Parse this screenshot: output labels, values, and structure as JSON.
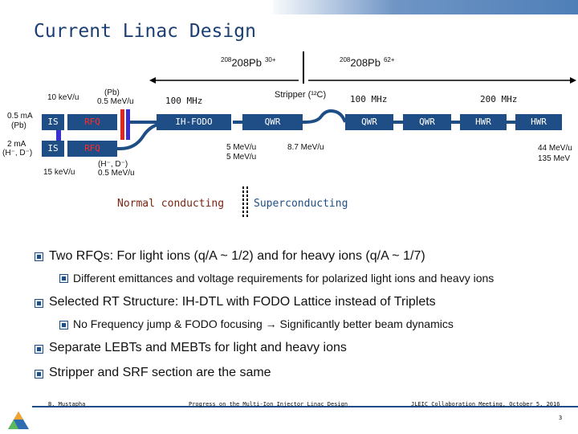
{
  "title": "Current Linac Design",
  "ions": {
    "pb30": "208Pb",
    "pb30_charge": "30+",
    "pb62": "208Pb",
    "pb62_charge": "62+"
  },
  "labels": {
    "10kev": "10 keV/u",
    "pb_05": "(Pb)",
    "pb_05b": "0.5 MeV/u",
    "100mhz_a": "100 MHz",
    "stripper": "Stripper (¹²C)",
    "100mhz_b": "100 MHz",
    "200mhz": "200 MHz",
    "left_top_a": "0.5 mA",
    "left_top_b": "(Pb)",
    "left_bot_a": "2 mA",
    "left_bot_b": "(H⁻, D⁻)",
    "15kev": "15 keV/u",
    "hd_a": "(H⁻, D⁻)",
    "hd_b": "0.5 MeV/u",
    "5mev_a": "5 MeV/u",
    "5mev_b": "5 MeV/u",
    "87mev": "8.7 MeV/u",
    "44mev_a": "44 MeV/u",
    "44mev_b": "135 MeV",
    "normal": "Normal conducting",
    "super": "Superconducting"
  },
  "boxes": {
    "is1": "IS",
    "is2": "IS",
    "rfq1": "RFQ",
    "rfq2": "RFQ",
    "ihfodo": "IH-FODO",
    "qwr1": "QWR",
    "qwr2": "QWR",
    "qwr3": "QWR",
    "hwr1": "HWR",
    "hwr2": "HWR"
  },
  "bullets": [
    "Two RFQs: For light ions  (q/A ~ 1/2) and for heavy ions (q/A ~ 1/7)",
    "Different emittances and voltage requirements for polarized light ions and heavy ions",
    "Selected RT Structure: IH-DTL with FODO Lattice instead of Triplets",
    "No Frequency jump & FODO focusing → Significantly better beam dynamics",
    "Separate LEBTs and MEBTs for light and heavy ions",
    "Stripper and SRF section are the same"
  ],
  "footer": {
    "author": "B. Mustapha",
    "talk": "Progress on the Multi-Ion Injector Linac Design",
    "meeting": "JLEIC Collaboration Meeting, October 5, 2016",
    "page": "3"
  },
  "colors": {
    "box": "#1f4e87",
    "rfq_text": "#ff2a2a",
    "pulse_red": "#e0261f",
    "pulse_blue": "#3b2fd0",
    "title": "#1c3f73"
  }
}
